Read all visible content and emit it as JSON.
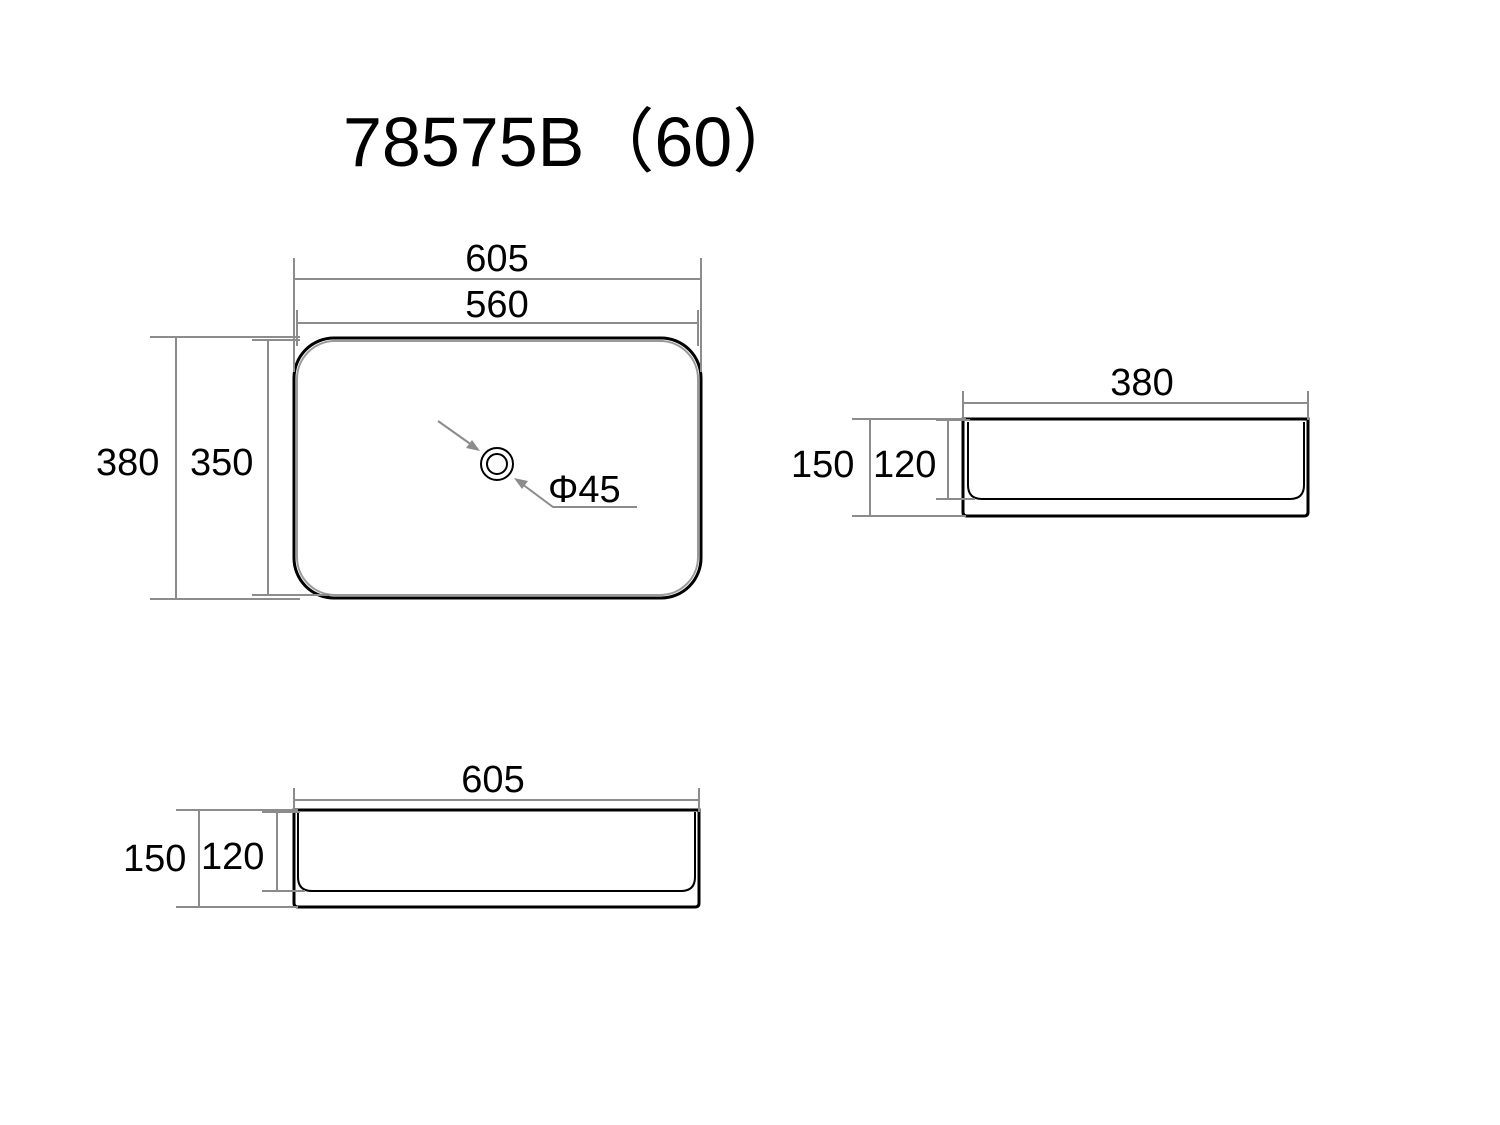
{
  "title": "78575B（60）",
  "top_view": {
    "overall_width": "605",
    "inner_width": "560",
    "overall_depth": "380",
    "inner_depth": "350",
    "drain_diameter": "Φ45"
  },
  "side_view": {
    "width": "380",
    "overall_height": "150",
    "inner_height": "120"
  },
  "front_view": {
    "width": "605",
    "overall_height": "150",
    "inner_height": "120"
  },
  "colors": {
    "outline": "#000000",
    "dimension_line": "#8c8c8c"
  }
}
